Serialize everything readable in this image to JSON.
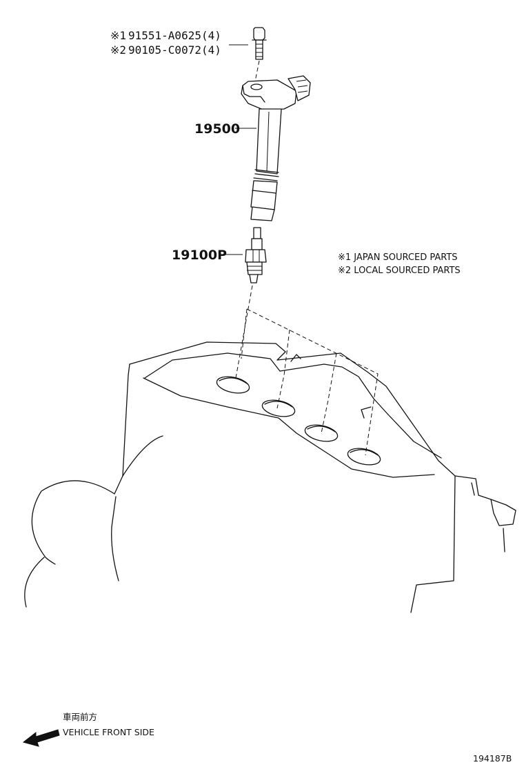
{
  "parts": {
    "bolt_1": {
      "marker": "※1",
      "number": "91551-A0625(4)"
    },
    "bolt_2": {
      "marker": "※2",
      "number": "90105-C0072(4)"
    },
    "ignition_coil": "19500",
    "spark_plug": "19100P"
  },
  "notes": {
    "japan": "※1 JAPAN SOURCED PARTS",
    "local": "※2 LOCAL SOURCED PARTS"
  },
  "direction": {
    "japanese": "車両前方",
    "english": "VEHICLE FRONT SIDE"
  },
  "diagram_id": "194187B"
}
